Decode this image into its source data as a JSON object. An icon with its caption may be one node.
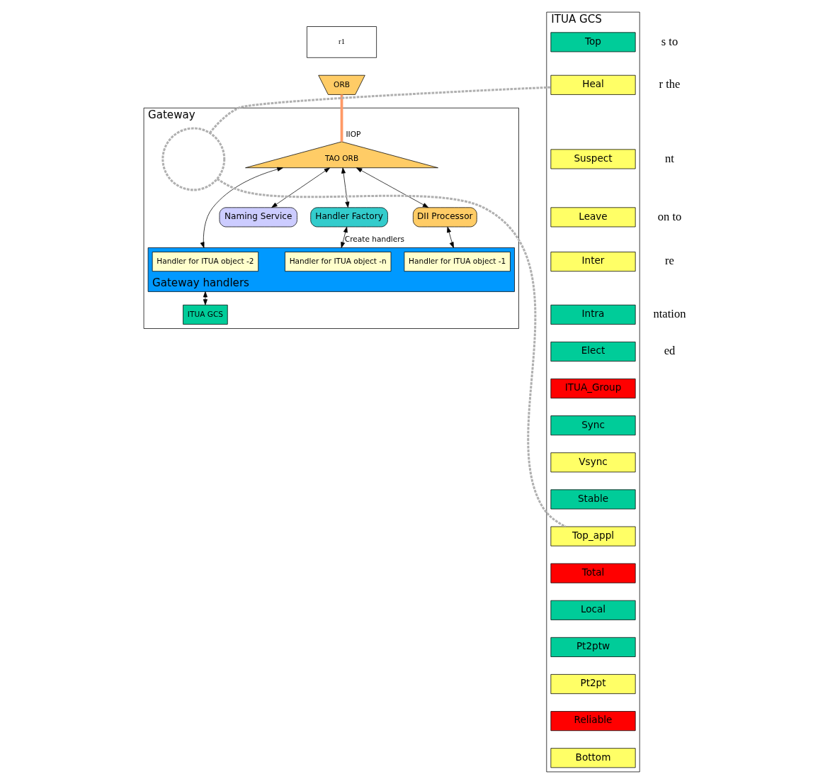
{
  "diagram": {
    "nodes": [
      {
        "text": [
          "r1"
        ]
      },
      {
        "text": [
          "ORB"
        ]
      },
      {
        "text": [
          "Gateway"
        ]
      },
      {
        "text": [
          "TAO ORB"
        ],
        "in": 2
      },
      {
        "text": [
          "Naming Service"
        ],
        "in": 2
      },
      {
        "text": [
          "Handler Factory"
        ],
        "in": 2
      },
      {
        "text": [
          "DII Processor"
        ],
        "in": 2
      },
      {
        "text": [
          "Gateway handlers"
        ],
        "in": 2
      },
      {
        "text": [
          "Handler for ITUA object -1"
        ],
        "in": 7
      },
      {
        "text": [
          "Handler for ITUA object -2"
        ],
        "in": 7
      },
      {
        "text": [
          "Handler for ITUA object -n"
        ],
        "in": 7
      },
      {
        "text": [
          "ITUA GCS"
        ],
        "in": 2
      },
      {
        "text": [],
        "shape": "circle",
        "in": 2
      },
      {
        "text": [
          "ITUA GCS"
        ]
      },
      {
        "text": [
          "Top"
        ],
        "in": 13
      },
      {
        "text": [
          "Heal"
        ],
        "in": 13
      },
      {
        "text": [
          "Suspect"
        ],
        "in": 13
      },
      {
        "text": [
          "Leave"
        ],
        "in": 13
      },
      {
        "text": [
          "Inter"
        ],
        "in": 13
      },
      {
        "text": [
          "Intra"
        ],
        "in": 13
      },
      {
        "text": [
          "Elect"
        ],
        "in": 13
      },
      {
        "text": [
          "ITUA_Group"
        ],
        "in": 13
      },
      {
        "text": [
          "Sync"
        ],
        "in": 13
      },
      {
        "text": [
          "Vsync"
        ],
        "in": 13
      },
      {
        "text": [
          "Stable"
        ],
        "in": 13
      },
      {
        "text": [
          "Top_appl"
        ],
        "in": 13
      },
      {
        "text": [
          "Total"
        ],
        "in": 13
      },
      {
        "text": [
          "Local"
        ],
        "in": 13
      },
      {
        "text": [
          "Pt2ptw"
        ],
        "in": 13
      },
      {
        "text": [
          "Pt2pt"
        ],
        "in": 13
      },
      {
        "text": [
          "Reliable"
        ],
        "in": 13
      },
      {
        "text": [
          "Bottom"
        ],
        "in": 13
      }
    ],
    "edges": [
      {
        "from": 1,
        "to": 3,
        "arrow": "none",
        "label": "IIOP",
        "style": "thick",
        "color": "#ff9966"
      },
      {
        "from": 3,
        "to": 4,
        "arrow": "both"
      },
      {
        "from": 3,
        "to": 5,
        "arrow": "both"
      },
      {
        "from": 3,
        "to": 7,
        "arrow": "both"
      },
      {
        "from": 3,
        "to": 6,
        "arrow": "both"
      },
      {
        "from": 5,
        "to": 7,
        "arrow": "both",
        "label": "Create handlers"
      },
      {
        "from": 6,
        "to": 7,
        "arrow": "both"
      },
      {
        "from": 7,
        "to": 11,
        "arrow": "both"
      },
      {
        "from": 12,
        "to": 15,
        "arrow": "none",
        "style": "dashed",
        "color": "#b0b0b0"
      },
      {
        "from": 12,
        "to": 25,
        "arrow": "none",
        "style": "dashed",
        "color": "#b0b0b0"
      }
    ],
    "labels": [
      "s to",
      "r the",
      "nt",
      "on to",
      "re",
      "ntation",
      "ed"
    ]
  }
}
